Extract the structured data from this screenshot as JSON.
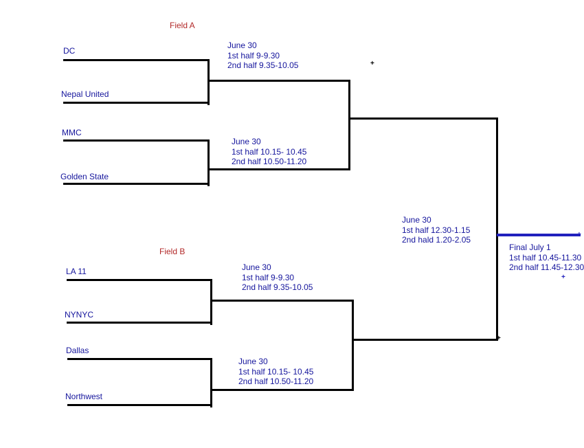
{
  "colors": {
    "team_text": "#14149c",
    "schedule_text": "#14149c",
    "field_label": "#b22828",
    "bracket_line": "#000000",
    "final_line": "#2121bd"
  },
  "field_a": {
    "label": "Field A",
    "teams": [
      {
        "name": "DC"
      },
      {
        "name": "Nepal United"
      },
      {
        "name": "MMC"
      },
      {
        "name": "Golden State"
      }
    ],
    "match1_schedule": {
      "date": "June 30",
      "first_half": "1st half 9-9.30",
      "second_half": "2nd half 9.35-10.05"
    },
    "match2_schedule": {
      "date": "June 30",
      "first_half": "1st half 10.15- 10.45",
      "second_half": "2nd half 10.50-11.20"
    }
  },
  "field_b": {
    "label": "Field B",
    "teams": [
      {
        "name": "LA 11"
      },
      {
        "name": "NYNYC"
      },
      {
        "name": "Dallas"
      },
      {
        "name": "Northwest"
      }
    ],
    "match1_schedule": {
      "date": "June 30",
      "first_half": "1st half 9-9.30",
      "second_half": "2nd half 9.35-10.05"
    },
    "match2_schedule": {
      "date": "June 30",
      "first_half": "1st half 10.15- 10.45",
      "second_half": "2nd half 10.50-11.20"
    }
  },
  "semifinal_schedule": {
    "date": "June 30",
    "first_half": "1st half 12.30-1.15",
    "second_half": "2nd hald 1.20-2.05"
  },
  "final_schedule": {
    "title": "Final July 1",
    "first_half": "1st half 10.45-11.30",
    "second_half": "2nd half 11.45-12.30"
  },
  "markers": {
    "plus": "+"
  }
}
